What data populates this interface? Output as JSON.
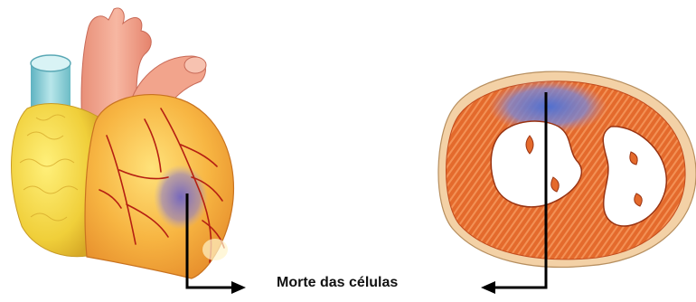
{
  "caption": "Morte das células",
  "colors": {
    "background": "#ffffff",
    "arrow": "#000000",
    "necrosis": "#7b72c8",
    "muscle": "#e46a2c",
    "heart_fat": "#f2d640",
    "aorta": "#f2a389",
    "vena": "#8fd0d8",
    "pericardium": "#f0c99a"
  },
  "icons": {
    "heart": "heart-illustration",
    "cross_section": "heart-cross-section-illustration",
    "arrow_left": "arrow-right-icon",
    "arrow_right": "arrow-left-icon"
  }
}
